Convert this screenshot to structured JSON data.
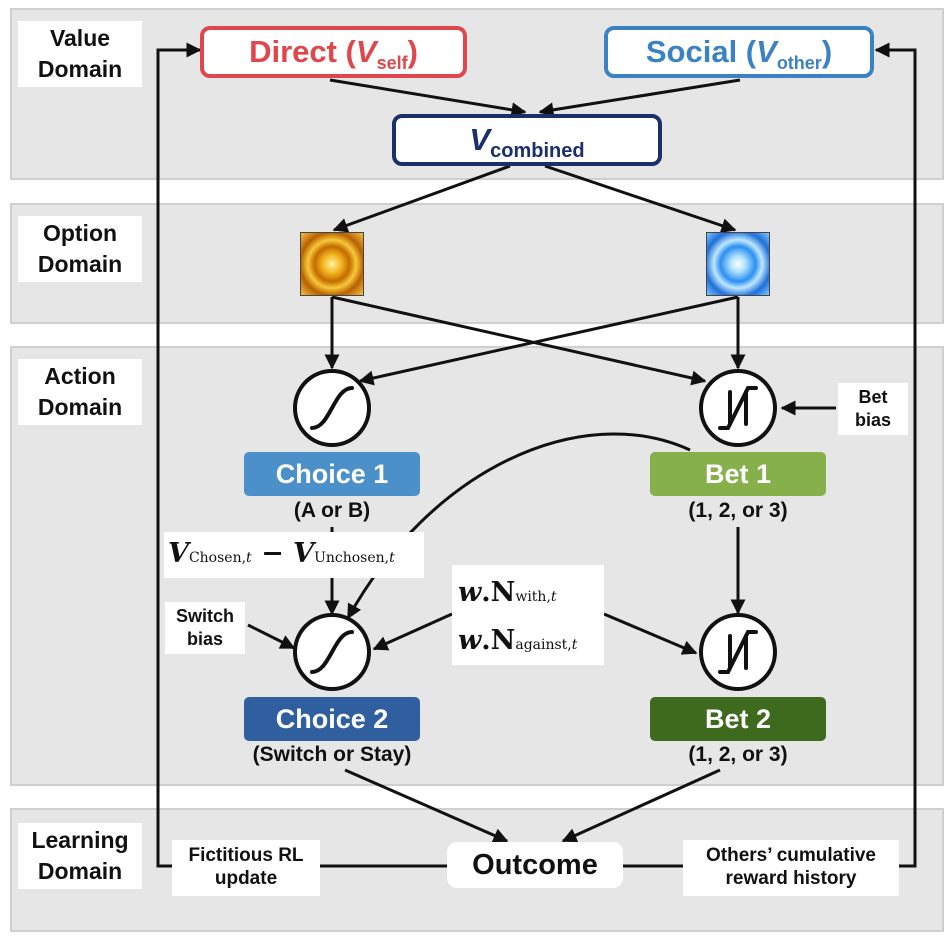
{
  "domains": {
    "value": [
      "Value",
      "Domain"
    ],
    "option": [
      "Option",
      "Domain"
    ],
    "action": [
      "Action",
      "Domain"
    ],
    "learning": [
      "Learning",
      "Domain"
    ]
  },
  "value_nodes": {
    "direct": {
      "label": "Direct (",
      "var": "V",
      "sub": "self",
      "close": ")",
      "color": "#e0474c"
    },
    "social": {
      "label": "Social (",
      "var": "V",
      "sub": "other",
      "close": ")",
      "color": "#3b82c4"
    },
    "combined": {
      "var": "V",
      "sub": "combined",
      "color": "#1b2f6b"
    }
  },
  "options": [
    {
      "name": "spiral-fractal",
      "color": "#e8a020"
    },
    {
      "name": "snowflake-fractal",
      "color": "#3fa0ef"
    }
  ],
  "action_nodes": {
    "choice1": {
      "label": "Choice 1",
      "sub": "(A or B)",
      "color": "#4b90c8"
    },
    "choice2": {
      "label": "Choice 2",
      "sub": "(Switch or Stay)",
      "color": "#305fa0"
    },
    "bet1": {
      "label": "Bet 1",
      "sub": "(1, 2, or 3)",
      "color": "#86b04a"
    },
    "bet2": {
      "label": "Bet 2",
      "sub": "(1, 2, or 3)",
      "color": "#3e6a1e"
    }
  },
  "annotations": {
    "bet_bias": [
      "Bet",
      "bias"
    ],
    "switch_bias": [
      "Switch",
      "bias"
    ],
    "value_diff": {
      "v1": "V",
      "s1": "Chosen,",
      "t1": "t",
      "minus": " − ",
      "v2": "V",
      "s2": "Unchosen,",
      "t2": "t"
    },
    "n_with": {
      "w": "w",
      "dot": ".",
      "n": "N",
      "s": "with,",
      "t": "t"
    },
    "n_against": {
      "w": "w",
      "dot": ".",
      "n": "N",
      "s": "against,",
      "t": "t"
    }
  },
  "learning": {
    "outcome": "Outcome",
    "fictitious": [
      "Fictitious RL",
      "update"
    ],
    "others": [
      "Others’ cumulative",
      "reward history"
    ]
  }
}
